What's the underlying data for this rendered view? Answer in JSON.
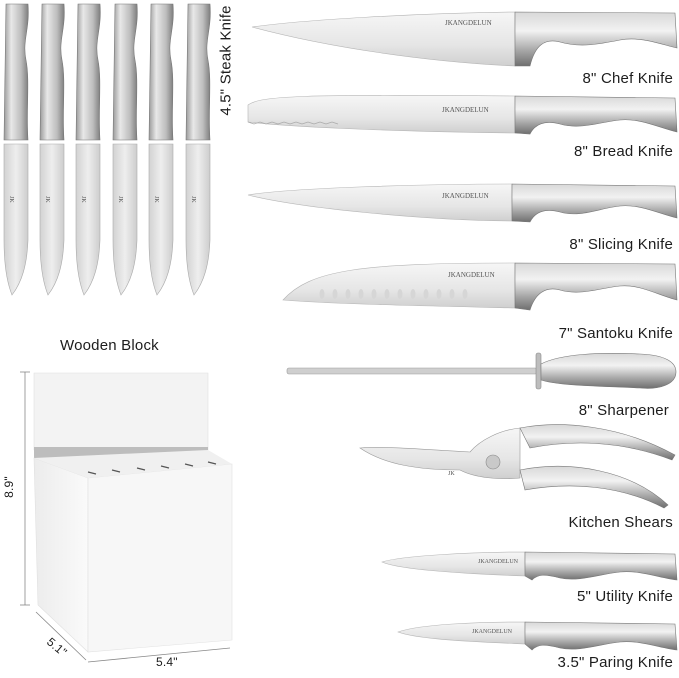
{
  "brand": {
    "logo_mark": "JK",
    "name": "KANGDELUN"
  },
  "steak_knives": {
    "label": "4.5\" Steak Knife",
    "count": 6
  },
  "block": {
    "title": "Wooden Block",
    "dimensions": {
      "height": "8.9\"",
      "depth": "5.1\"",
      "width": "5.4\""
    },
    "slot_count": 6,
    "color": "#f4f4f4"
  },
  "items": [
    {
      "id": "chef",
      "label": "8\" Chef Knife"
    },
    {
      "id": "bread",
      "label": "8\" Bread Knife"
    },
    {
      "id": "slicing",
      "label": "8\" Slicing Knife"
    },
    {
      "id": "santoku",
      "label": "7\" Santoku Knife"
    },
    {
      "id": "sharpener",
      "label": "8\" Sharpener"
    },
    {
      "id": "shears",
      "label": "Kitchen Shears"
    },
    {
      "id": "utility",
      "label": "5\" Utility Knife"
    },
    {
      "id": "paring",
      "label": "3.5\" Paring Knife"
    }
  ],
  "colors": {
    "steel_light": "#e9e9e9",
    "steel_mid": "#c4c4c4",
    "steel_dark": "#8c8c8c",
    "text": "#1d1d1d"
  }
}
